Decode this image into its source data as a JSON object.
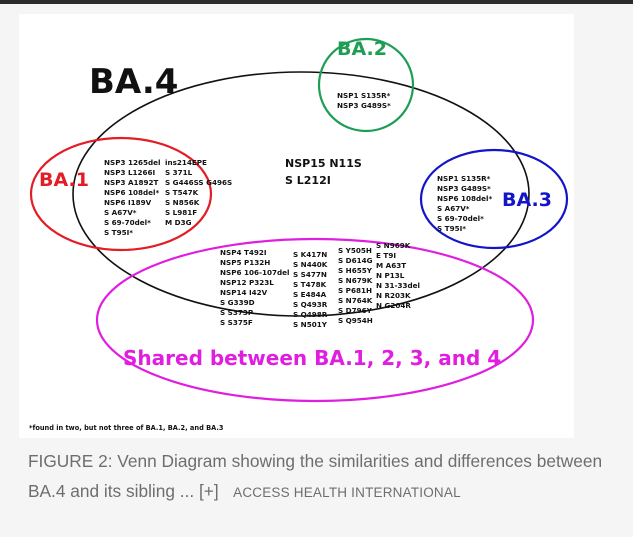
{
  "figure": {
    "labels": {
      "ba4": "BA.4",
      "ba2": "BA.2",
      "ba1": "BA.1",
      "ba3": "BA.3",
      "shared": "Shared between BA.1, 2, 3, and 4"
    },
    "colors": {
      "ba4": "#111111",
      "ba2": "#1e9e55",
      "ba1": "#e21d25",
      "ba3": "#1414c8",
      "shared": "#e01ee0"
    },
    "ba2_unique": [
      "NSP1 S135R*",
      "NSP3 G489S*"
    ],
    "ba4_unique": [
      "NSP15 N11S",
      "S L212I"
    ],
    "ba1_unique": {
      "col1": [
        "NSP3 1265del",
        "NSP3 L1266I",
        "NSP3 A1892T",
        "NSP6 108del*",
        "NSP6 I189V",
        "S A67V*",
        "S 69-70del*",
        "S T95I*"
      ],
      "col2": [
        "ins214EPE",
        "S 371L",
        "S G446SS G496S",
        "S T547K",
        "S N856K",
        "S L981F",
        "M D3G"
      ]
    },
    "ba3_unique": [
      "NSP1 S135R*",
      "NSP3 G489S*",
      "NSP6 108del*",
      "S A67V*",
      "S 69-70del*",
      "S T95I*"
    ],
    "shared_mutations": {
      "col1": [
        "NSP4 T492I",
        "NSP5 P132H",
        "NSP6 106-107del",
        "NSP12 P323L",
        "NSP14 I42V",
        "S G339D",
        "S S373P",
        "S S375F"
      ],
      "col2": [
        "S K417N",
        "S N440K",
        "S S477N",
        "S T478K",
        "S E484A",
        "S Q493R",
        "S Q498R",
        "S N501Y"
      ],
      "col3": [
        "S Y505H",
        "S D614G",
        "S H655Y",
        "S N679K",
        "S P681H",
        "S N764K",
        "S D796Y",
        "S Q954H"
      ],
      "col4": [
        "S N969K",
        "E T9I",
        "M A63T",
        "N P13L",
        "N 31-33del",
        "N R203K",
        "N G204R"
      ]
    },
    "footnote": "*found in two, but not three of BA.1, BA.2, and BA.3"
  },
  "caption": {
    "text": "FIGURE 2: Venn Diagram showing the similarities and differences between BA.4 and its sibling ...",
    "more_link": "[+]",
    "credit": "ACCESS HEALTH INTERNATIONAL"
  }
}
